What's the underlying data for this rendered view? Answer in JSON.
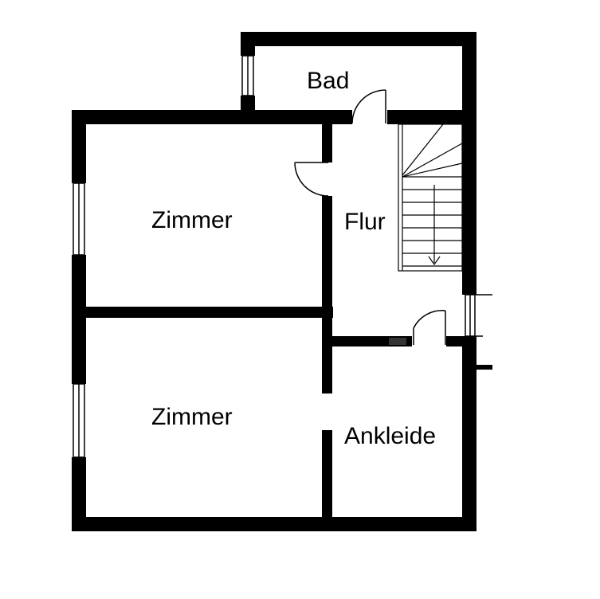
{
  "floor_plan": {
    "rooms": [
      {
        "id": "bad",
        "label": "Bad"
      },
      {
        "id": "zimmer-top",
        "label": "Zimmer"
      },
      {
        "id": "flur",
        "label": "Flur"
      },
      {
        "id": "zimmer-bottom",
        "label": "Zimmer"
      },
      {
        "id": "ankleide",
        "label": "Ankleide"
      }
    ],
    "colors": {
      "wall": "#000000",
      "background": "#ffffff"
    }
  }
}
